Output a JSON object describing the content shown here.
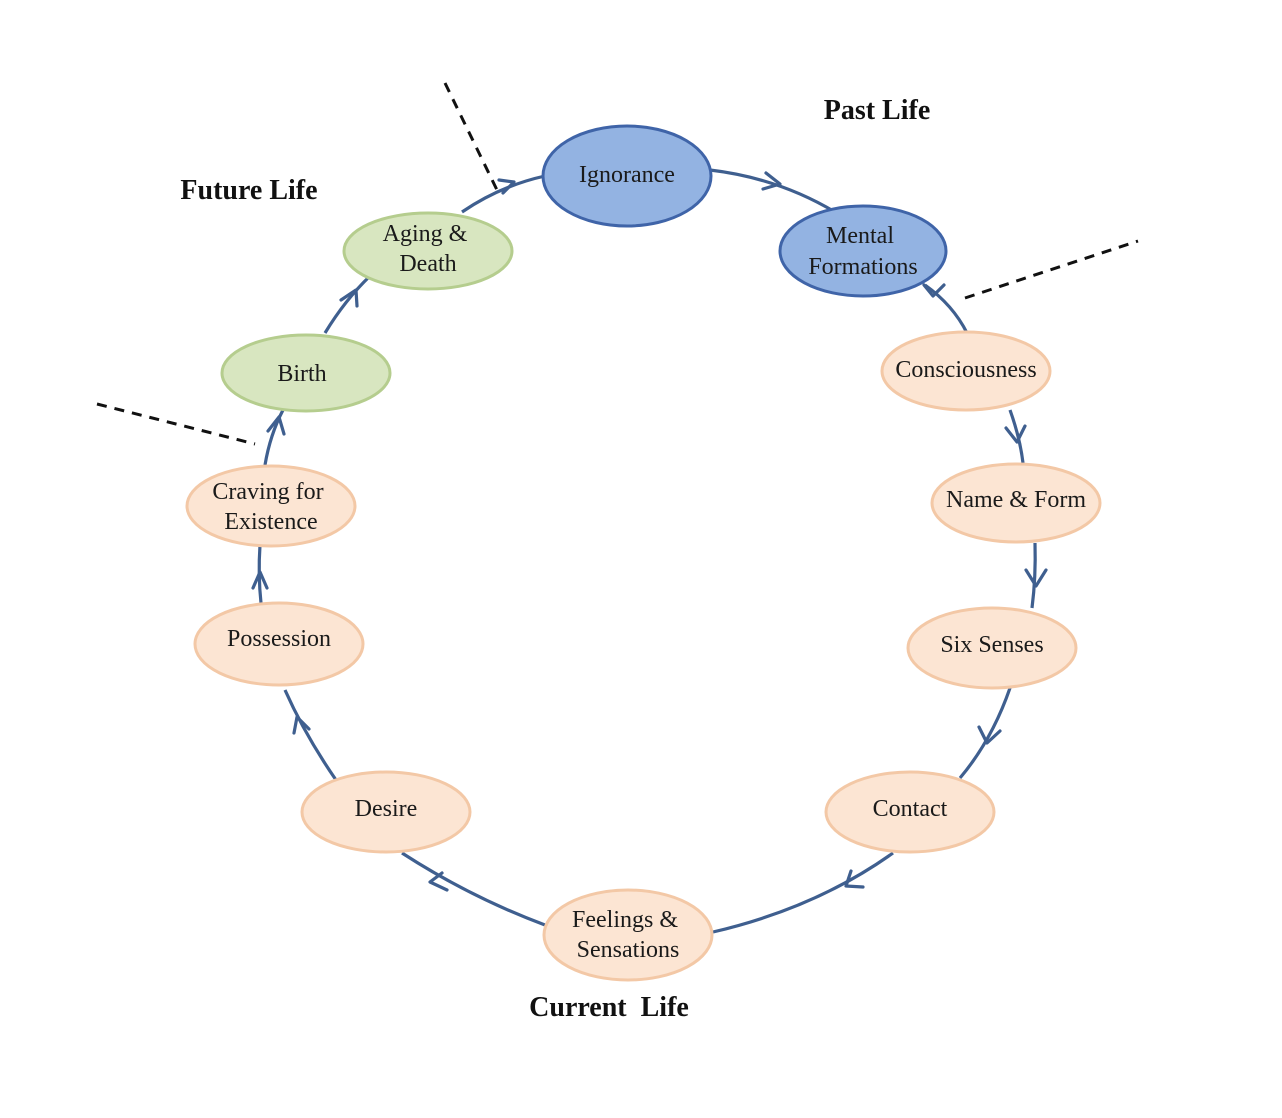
{
  "colors": {
    "edge": "#3f5f8f",
    "past_fill": "#93b3e2",
    "past_stroke": "#3f64a8",
    "future_fill": "#d8e6c0",
    "future_stroke": "#b5cd8e",
    "current_fill": "#fce5d3",
    "current_stroke": "#f3c8a6"
  },
  "sections": {
    "past": "Past Life",
    "future": "Future Life",
    "current": "Current  Life"
  },
  "nodes": [
    {
      "id": "ignorance",
      "group": "past",
      "lines": [
        "Ignorance"
      ]
    },
    {
      "id": "mental-formations",
      "group": "past",
      "lines": [
        "Mental",
        "Formations"
      ]
    },
    {
      "id": "consciousness",
      "group": "current",
      "lines": [
        "Consciousness"
      ]
    },
    {
      "id": "name-and-form",
      "group": "current",
      "lines": [
        "Name & Form"
      ]
    },
    {
      "id": "six-senses",
      "group": "current",
      "lines": [
        "Six Senses"
      ]
    },
    {
      "id": "contact",
      "group": "current",
      "lines": [
        "Contact"
      ]
    },
    {
      "id": "feelings-and-sensations",
      "group": "current",
      "lines": [
        "Feelings &",
        "Sensations"
      ]
    },
    {
      "id": "desire",
      "group": "current",
      "lines": [
        "Desire"
      ]
    },
    {
      "id": "possession",
      "group": "current",
      "lines": [
        "Possession"
      ]
    },
    {
      "id": "craving-for-existence",
      "group": "current",
      "lines": [
        "Craving for",
        "Existence"
      ]
    },
    {
      "id": "birth",
      "group": "future",
      "lines": [
        "Birth"
      ]
    },
    {
      "id": "aging-and-death",
      "group": "future",
      "lines": [
        "Aging &",
        "Death"
      ]
    }
  ]
}
